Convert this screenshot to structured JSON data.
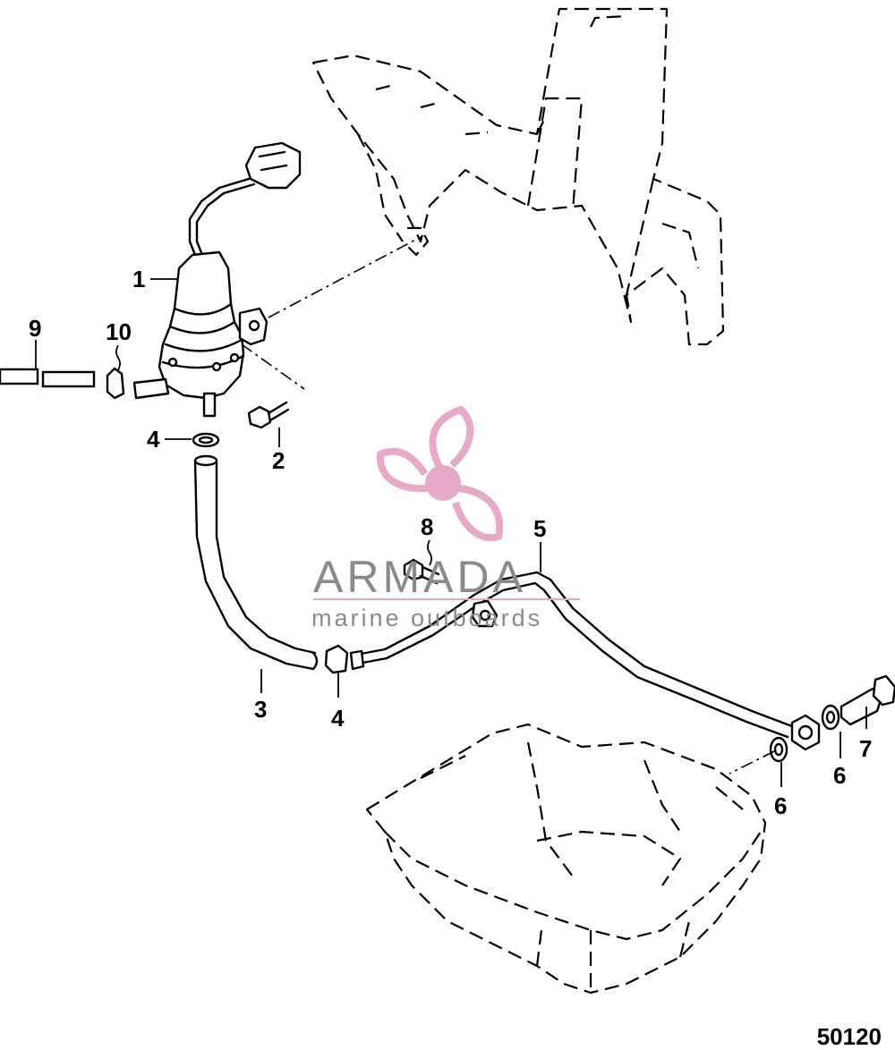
{
  "watermark": {
    "brand": "ARMADA",
    "tagline": "marine outboards",
    "logo_icon": "propeller-icon",
    "colors": {
      "logo": "#e6a9c8",
      "text": "#8a8a8a"
    }
  },
  "figure_number": "50120",
  "callouts": [
    {
      "id": "1",
      "text": "1"
    },
    {
      "id": "2",
      "text": "2"
    },
    {
      "id": "3",
      "text": "3"
    },
    {
      "id": "4a",
      "text": "4"
    },
    {
      "id": "4b",
      "text": "4"
    },
    {
      "id": "5",
      "text": "5"
    },
    {
      "id": "6a",
      "text": "6"
    },
    {
      "id": "6b",
      "text": "6"
    },
    {
      "id": "7",
      "text": "7"
    },
    {
      "id": "8",
      "text": "8"
    },
    {
      "id": "9",
      "text": "9"
    },
    {
      "id": "10",
      "text": "10"
    }
  ]
}
